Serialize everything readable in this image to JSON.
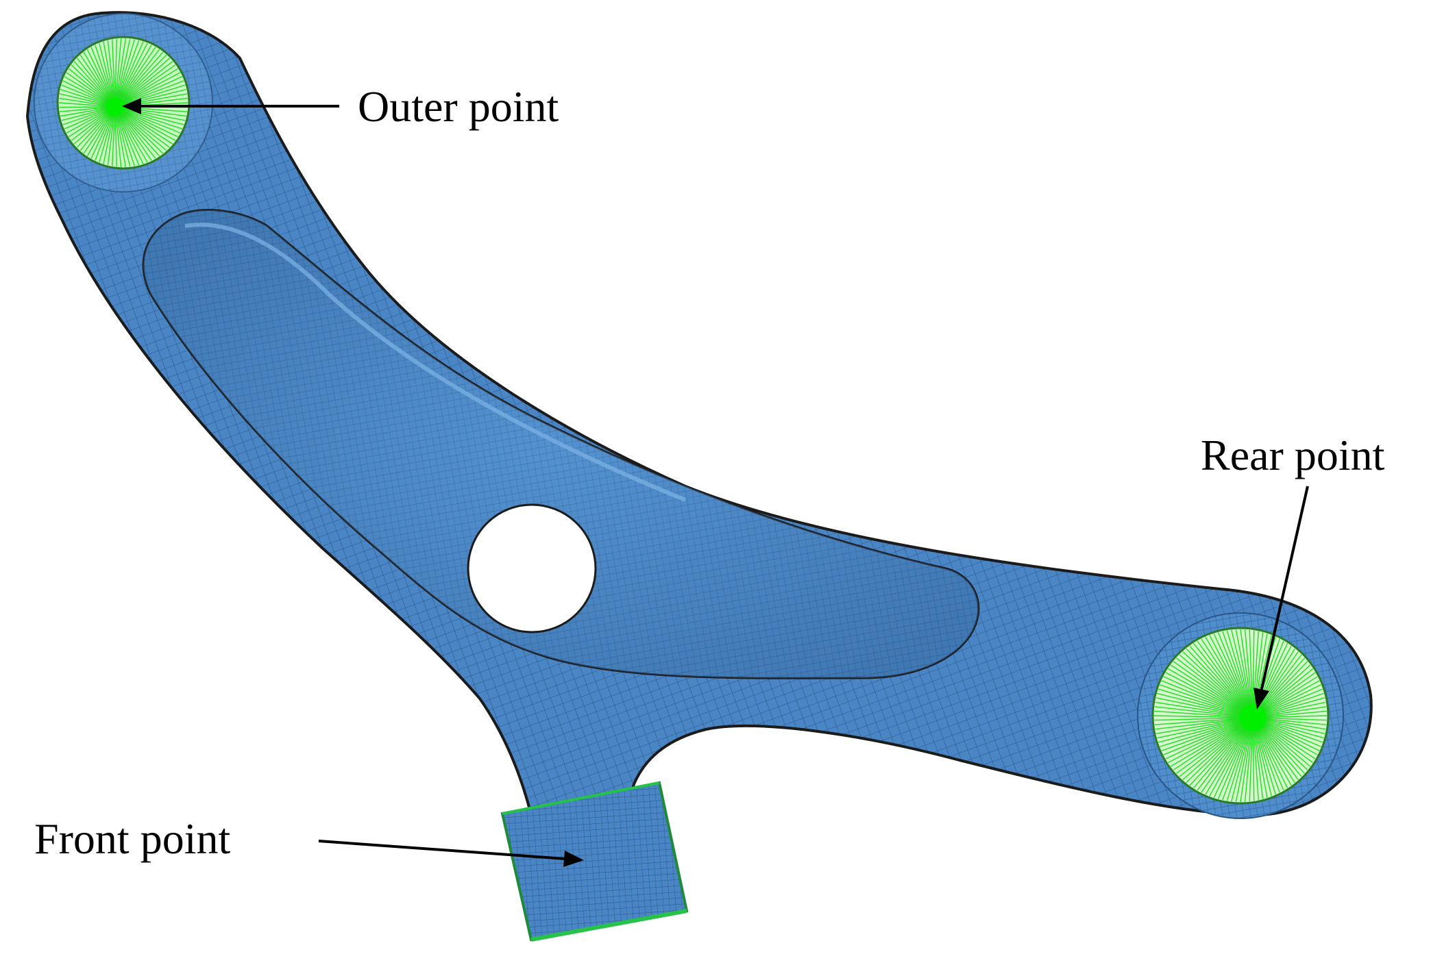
{
  "labels": {
    "outer_point": "Outer point",
    "rear_point": "Rear point",
    "front_point": "Front point"
  },
  "colors": {
    "mesh_fill": "#4a86c5",
    "mesh_line": "#2a4f7a",
    "edge": "#1b1b1b",
    "constraint_green": "#33ee33",
    "constraint_center": "#00ff00",
    "hole": "#ffffff",
    "arrow": "#000000"
  },
  "icons": {
    "outer_point": "rbe-spider-icon",
    "rear_point": "rbe-spider-icon",
    "front_point": "bushing-sleeve-icon"
  }
}
